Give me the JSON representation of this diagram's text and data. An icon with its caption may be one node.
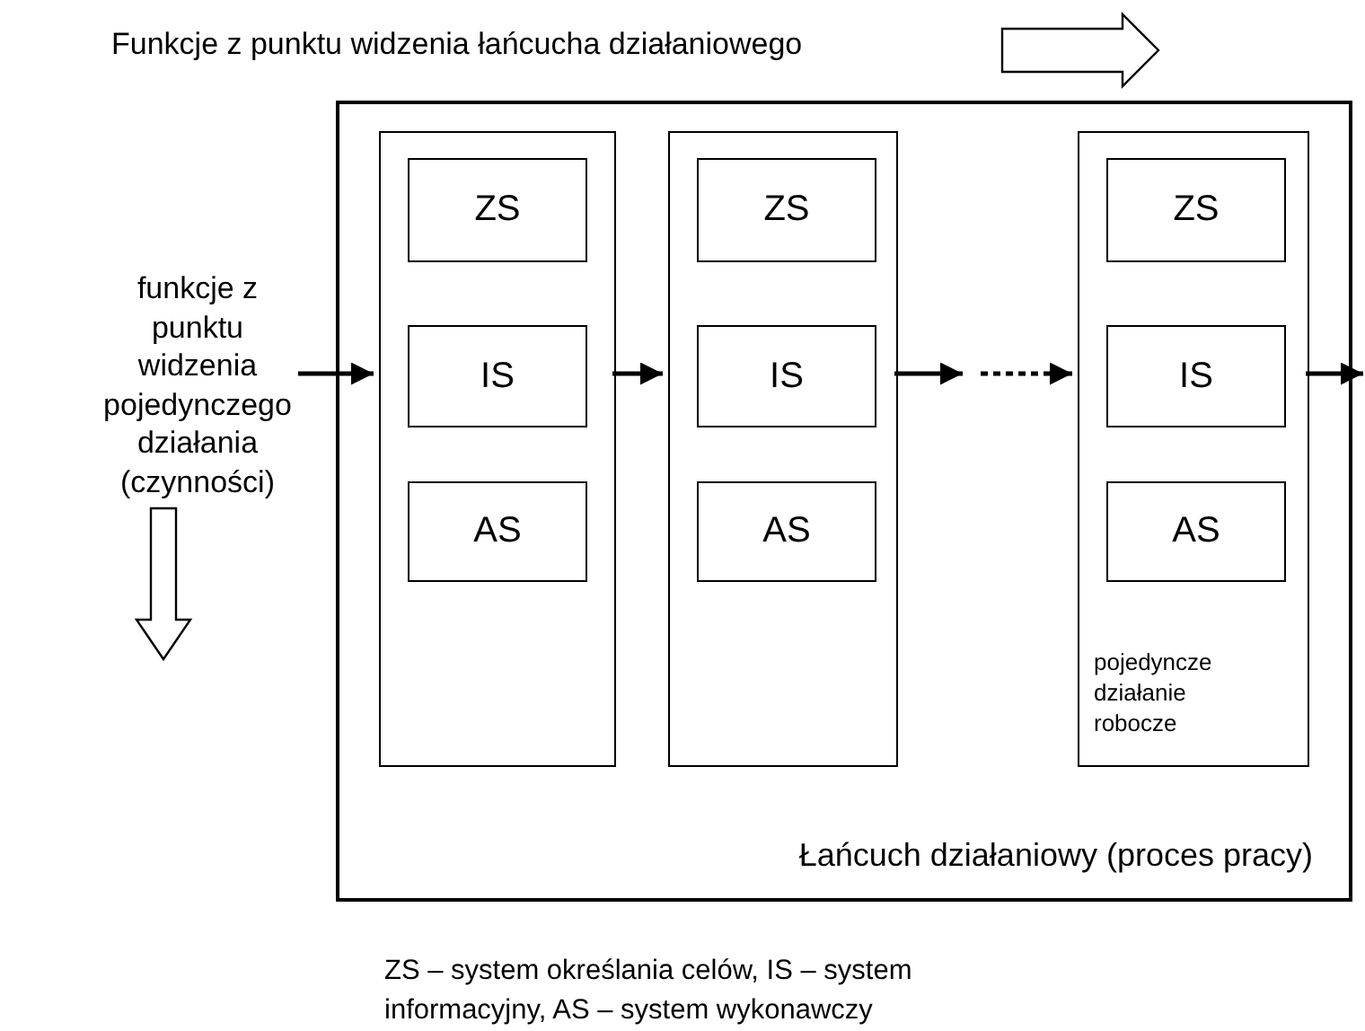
{
  "diagram": {
    "caption": "ZS – system określania celów, IS – system informacyjny, AS – system wykonawczy",
    "nodes": [
      {
        "text": [
          "Łańcuch działaniowy (proces pracy)"
        ]
      },
      {
        "text": [],
        "shape": "box",
        "in": 0
      },
      {
        "text": [
          "ZS"
        ],
        "in": 1
      },
      {
        "text": [
          "IS"
        ],
        "in": 1
      },
      {
        "text": [
          "AS"
        ],
        "in": 1
      },
      {
        "text": [],
        "shape": "box",
        "in": 0
      },
      {
        "text": [
          "ZS"
        ],
        "in": 5
      },
      {
        "text": [
          "IS"
        ],
        "in": 5
      },
      {
        "text": [
          "AS"
        ],
        "in": 5
      },
      {
        "text": [
          "pojedyncze działanie robocze"
        ],
        "in": 0
      },
      {
        "text": [
          "ZS"
        ],
        "in": 9
      },
      {
        "text": [
          "IS"
        ],
        "in": 9
      },
      {
        "text": [
          "AS"
        ],
        "in": 9
      },
      {
        "text": [
          "funkcje z punktu widzenia pojedynczego działania (czynności)"
        ]
      }
    ],
    "edges": [
      {
        "from": 13,
        "to": 1,
        "arrow": "to"
      },
      {
        "from": 1,
        "to": 5,
        "arrow": "to"
      },
      {
        "from": 5,
        "to": 9,
        "arrow": "to",
        "style": "dashed"
      },
      {
        "from": 9,
        "to": null,
        "arrow": "to"
      }
    ],
    "labels": [
      "Funkcje z punktu widzenia łańcucha działaniowego"
    ]
  }
}
